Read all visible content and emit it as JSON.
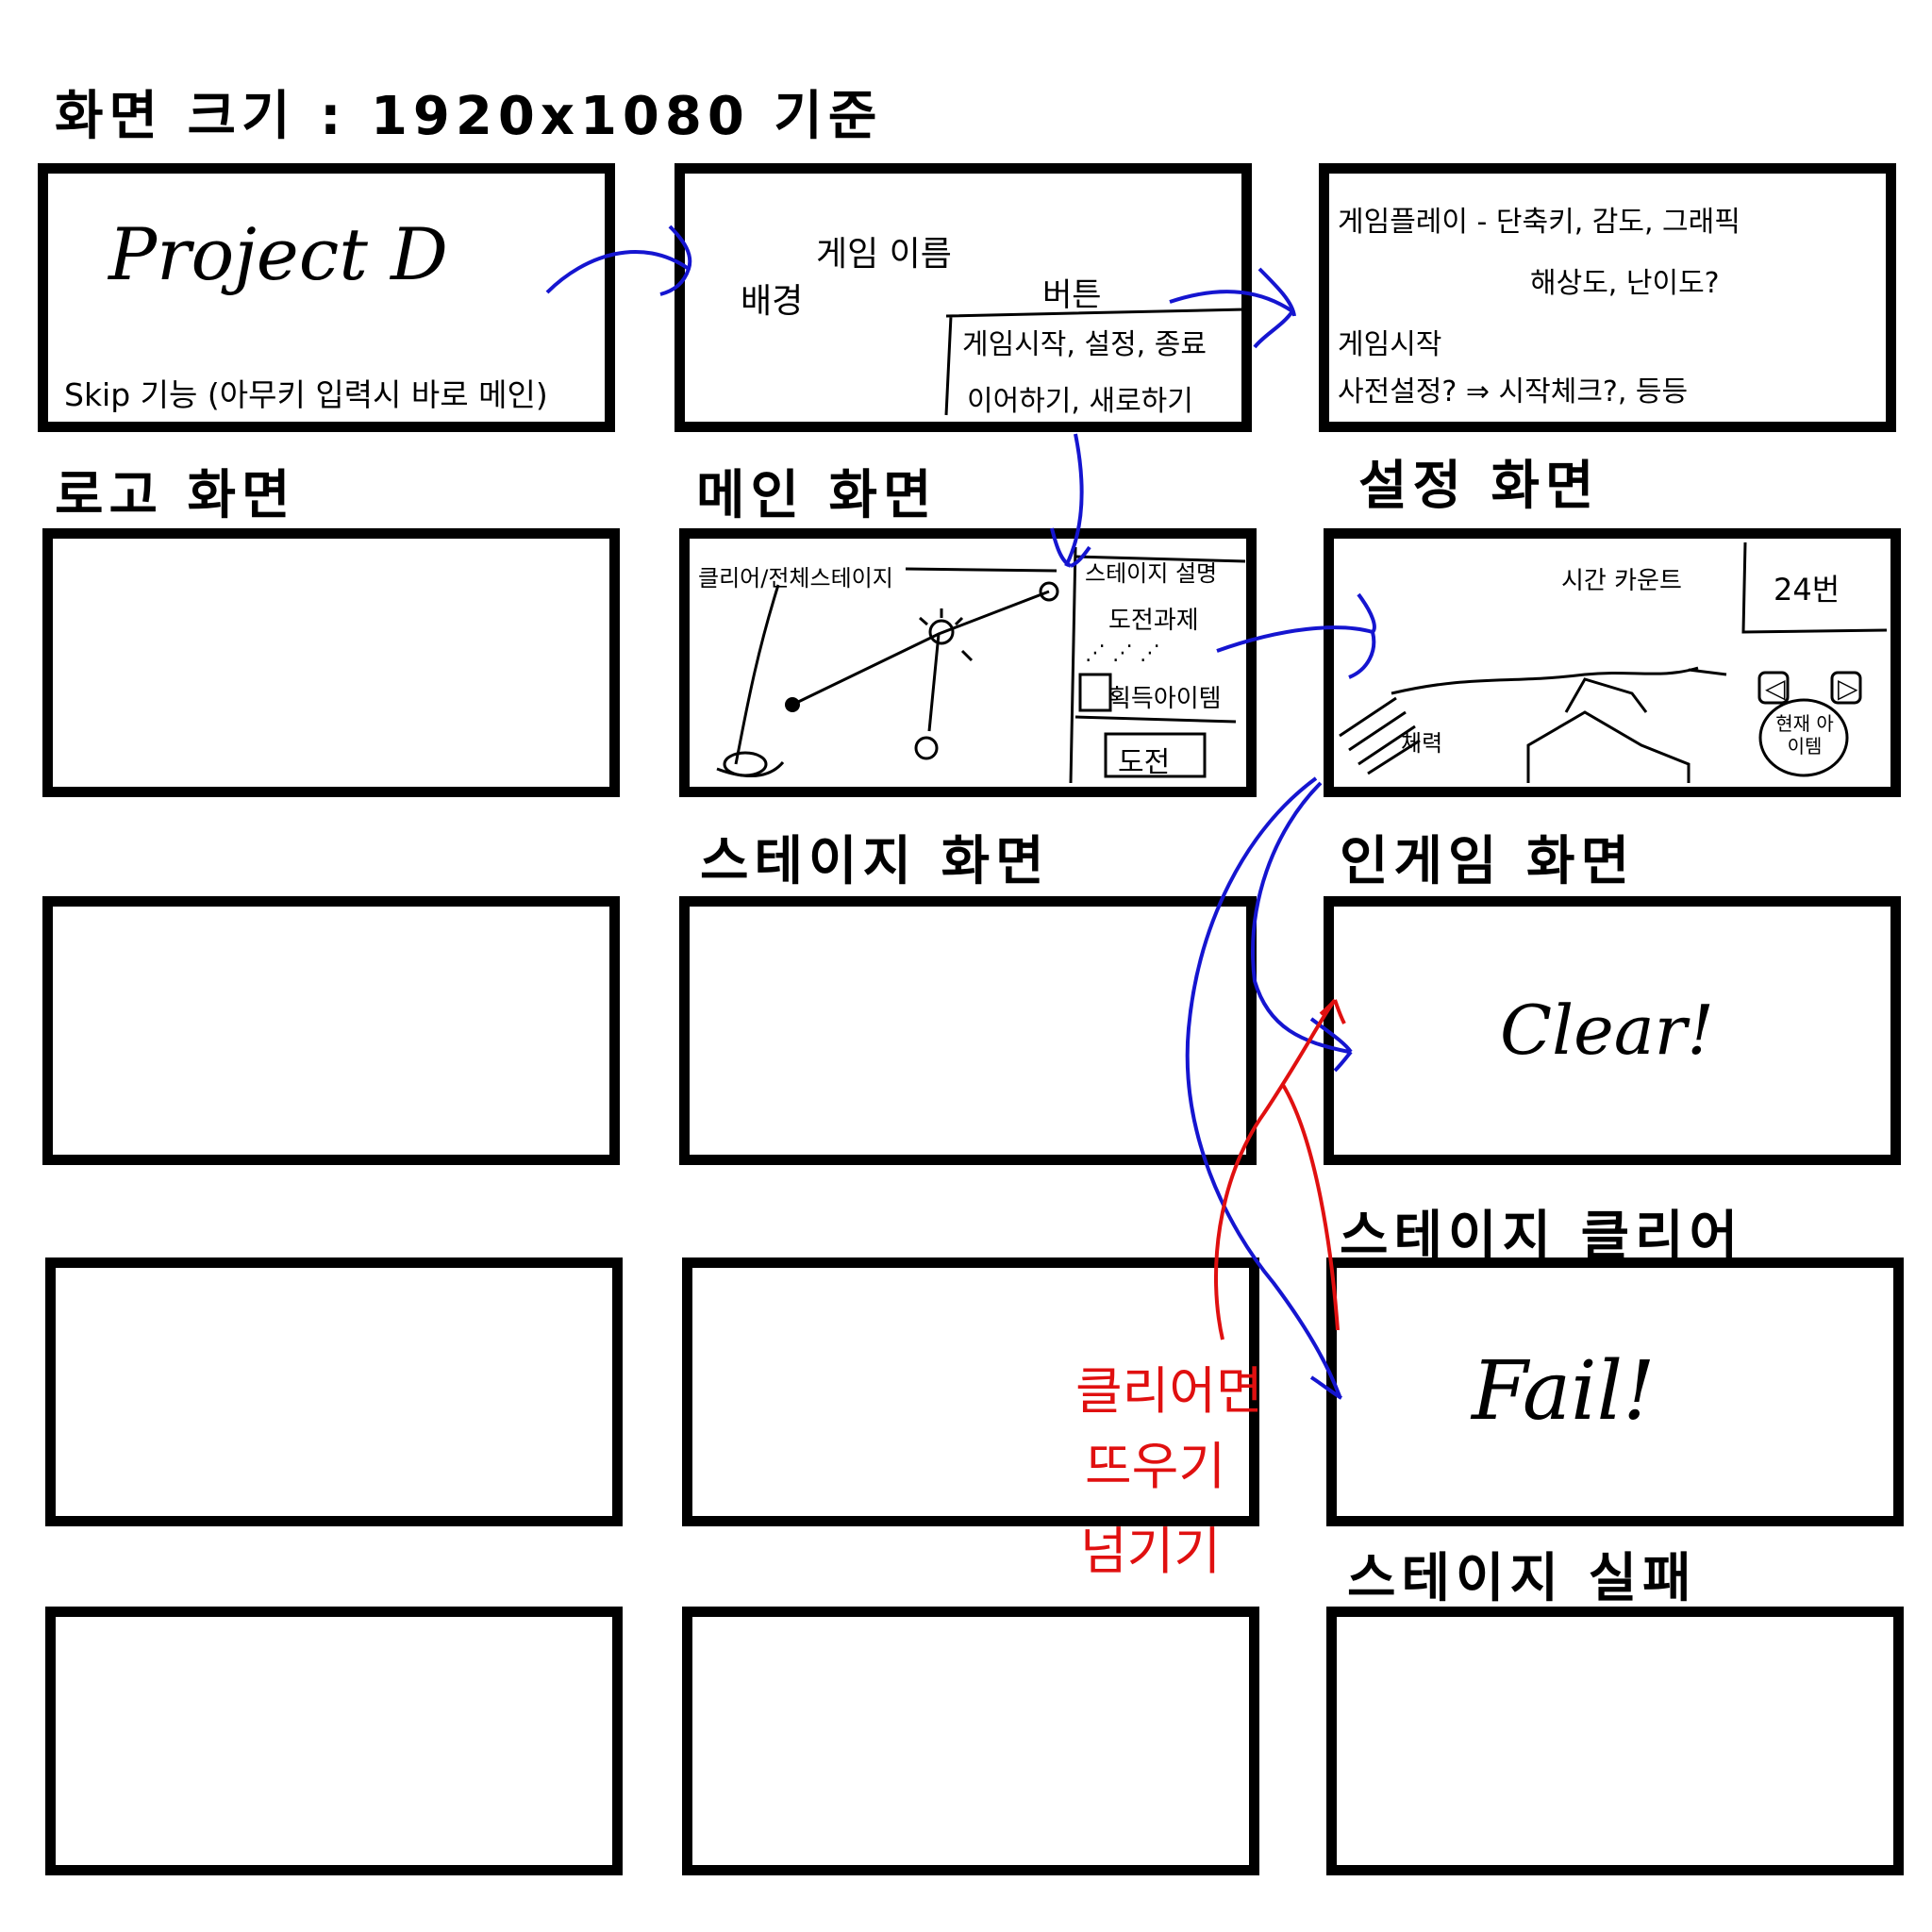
{
  "header": {
    "title": "화면 크기 : 1920x1080 기준"
  },
  "screens": {
    "logo": {
      "caption": "로고 화면",
      "logo_text": "Project D",
      "note": "Skip 기능 (아무키 입력시 바로 메인)"
    },
    "main": {
      "caption": "메인 화면",
      "label_background": "배경",
      "label_game_name": "게임 이름",
      "label_buttons": "버튼",
      "buttons_line1": "게임시작, 설정, 종료",
      "buttons_line2": "이어하기, 새로하기"
    },
    "settings": {
      "caption": "설정 화면",
      "line1": "게임플레이 - 단축키, 감도, 그래픽",
      "line2": "해상도, 난이도?",
      "line3": "게임시작",
      "line4": "사전설정? ⇒ 시작체크?, 등등"
    },
    "stage": {
      "caption": "스테이지 화면",
      "top_label": "클리어/전체스테이지",
      "info_title": "스테이지 설명",
      "info_challenge": "도전과제",
      "info_dots": "⋰ ⋰ ⋰",
      "info_items": "획득아이템",
      "challenge_button": "도전"
    },
    "ingame": {
      "caption": "인게임 화면",
      "timer_label": "시간 카운트",
      "remaining": "24번",
      "deco_label": "체력",
      "item_label": "현재 아이템",
      "prev_label": "◁",
      "next_label": "▷"
    },
    "clear": {
      "caption": "스테이지 클리어",
      "text": "Clear!"
    },
    "fail": {
      "caption": "스테이지 실패",
      "text": "Fail!"
    }
  },
  "annotation": {
    "line1": "클리어면",
    "line2": "뜨우기",
    "line3": "넘기기"
  }
}
